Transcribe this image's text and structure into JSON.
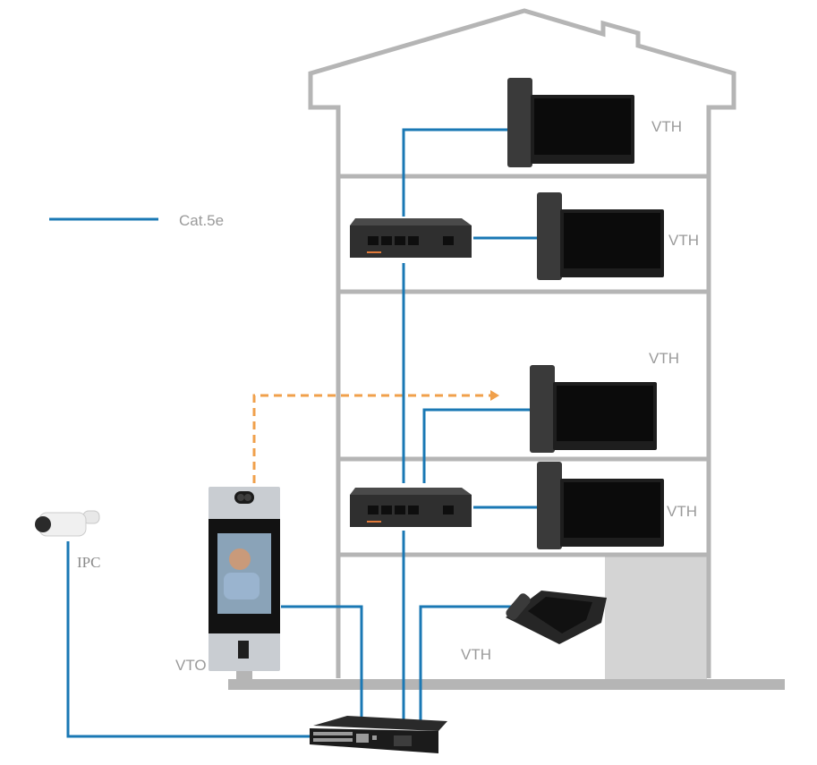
{
  "legend": {
    "items": [
      {
        "label": "Cat.5e",
        "line_color": "#1a78b4",
        "style": "solid"
      }
    ]
  },
  "colors": {
    "building_outline": "#b5b5b5",
    "garage_fill": "#d4d4d4",
    "cat5e_wire": "#1a78b4",
    "wireless_link": "#f0a04b",
    "label_text": "#9a9a9a",
    "device_body": "#2a2a2a"
  },
  "devices": {
    "vth_floor4": {
      "label": "VTH",
      "type": "indoor-monitor"
    },
    "vth_floor3": {
      "label": "VTH",
      "type": "indoor-monitor"
    },
    "vth_floor2_upper": {
      "label": "VTH",
      "type": "indoor-monitor"
    },
    "vth_floor2_lower": {
      "label": "VTH",
      "type": "indoor-monitor"
    },
    "vth_ground": {
      "label": "VTH",
      "type": "desktop-indoor-monitor"
    },
    "vto": {
      "label": "VTO",
      "type": "door-station"
    },
    "ipc": {
      "label": "IPC",
      "type": "bullet-camera"
    },
    "poe_switch_upper": {
      "label": "",
      "type": "poe-switch-5port"
    },
    "poe_switch_lower": {
      "label": "",
      "type": "poe-switch-5port"
    },
    "core_switch": {
      "label": "",
      "type": "poe-switch-24port"
    }
  }
}
